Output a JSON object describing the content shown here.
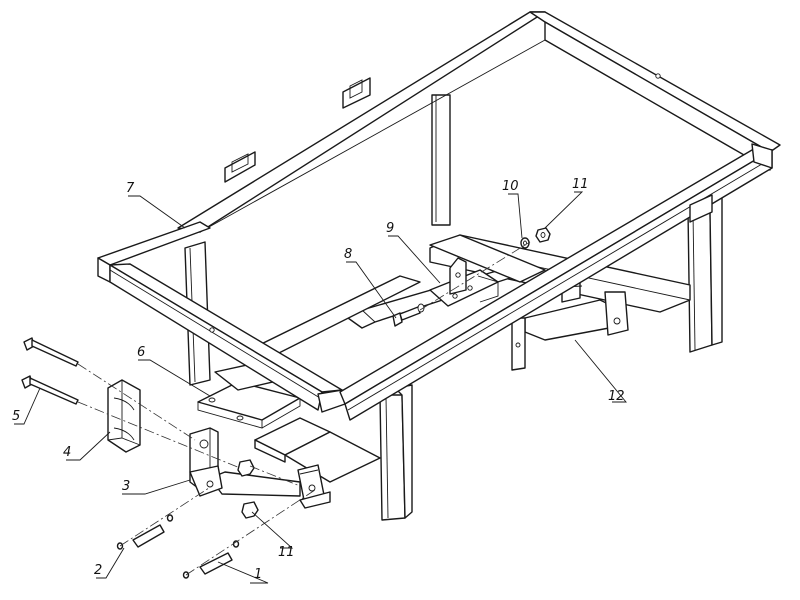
{
  "callouts": [
    {
      "id": "c1",
      "label": "1"
    },
    {
      "id": "c2",
      "label": "2"
    },
    {
      "id": "c3",
      "label": "3"
    },
    {
      "id": "c4",
      "label": "4"
    },
    {
      "id": "c5",
      "label": "5"
    },
    {
      "id": "c6",
      "label": "6"
    },
    {
      "id": "c7",
      "label": "7"
    },
    {
      "id": "c8",
      "label": "8"
    },
    {
      "id": "c9",
      "label": "9"
    },
    {
      "id": "c10",
      "label": "10"
    },
    {
      "id": "c11a",
      "label": "11"
    },
    {
      "id": "c11b",
      "label": "11"
    },
    {
      "id": "c12",
      "label": "12"
    }
  ]
}
